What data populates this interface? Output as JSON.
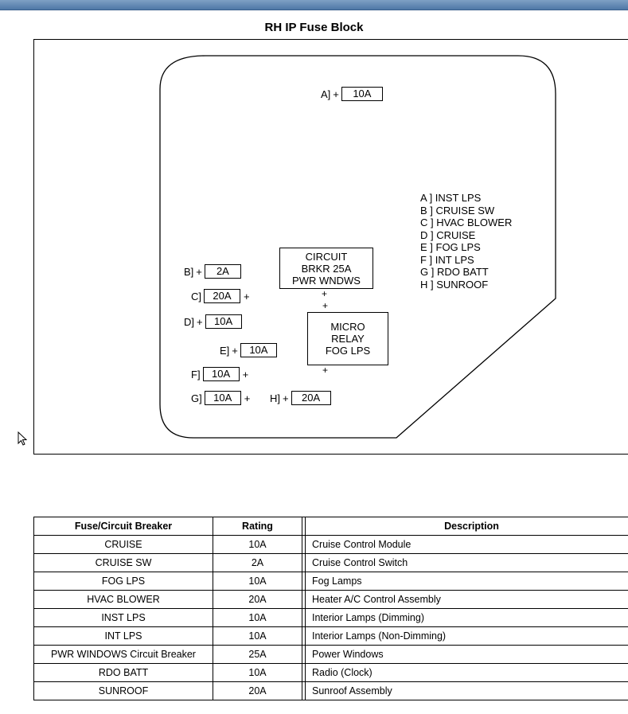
{
  "title": "RH IP Fuse Block",
  "fuses": {
    "a": {
      "label": "A]",
      "plus": "+",
      "rating": "10A"
    },
    "b": {
      "label": "B]",
      "plus": "+",
      "rating": "2A"
    },
    "c": {
      "label": "C]",
      "rating": "20A",
      "plus": "+"
    },
    "d": {
      "label": "D]",
      "plus": "+",
      "rating": "10A"
    },
    "e": {
      "label": "E]",
      "plus": "+",
      "rating": "10A"
    },
    "f": {
      "label": "F]",
      "rating": "10A",
      "plus": "+"
    },
    "g": {
      "label": "G]",
      "rating": "10A",
      "plus": "+"
    },
    "h": {
      "label": "H]",
      "plus": "+",
      "rating": "20A"
    }
  },
  "circuit_breaker": {
    "line1": "CIRCUIT",
    "line2": "BRKR 25A",
    "line3": "PWR WNDWS",
    "plus": "+"
  },
  "micro_relay": {
    "line1": "MICRO",
    "line2": "RELAY",
    "line3": "FOG LPS",
    "plus_top": "+",
    "plus_bottom": "+"
  },
  "legend": [
    "A ] INST LPS",
    "B ] CRUISE SW",
    "C ] HVAC BLOWER",
    "D ] CRUISE",
    "E ] FOG LPS",
    "F ] INT LPS",
    "G ] RDO BATT",
    "H ] SUNROOF"
  ],
  "table": {
    "headers": [
      "Fuse/Circuit Breaker",
      "Rating",
      "Description"
    ],
    "rows": [
      [
        "CRUISE",
        "10A",
        "Cruise Control Module"
      ],
      [
        "CRUISE SW",
        "2A",
        "Cruise Control Switch"
      ],
      [
        "FOG LPS",
        "10A",
        "Fog Lamps"
      ],
      [
        "HVAC BLOWER",
        "20A",
        "Heater A/C Control Assembly"
      ],
      [
        "INST LPS",
        "10A",
        "Interior Lamps (Dimming)"
      ],
      [
        "INT LPS",
        "10A",
        "Interior Lamps (Non-Dimming)"
      ],
      [
        "PWR WINDOWS Circuit Breaker",
        "25A",
        "Power Windows"
      ],
      [
        "RDO BATT",
        "10A",
        "Radio (Clock)"
      ],
      [
        "SUNROOF",
        "20A",
        "Sunroof Assembly"
      ]
    ]
  }
}
